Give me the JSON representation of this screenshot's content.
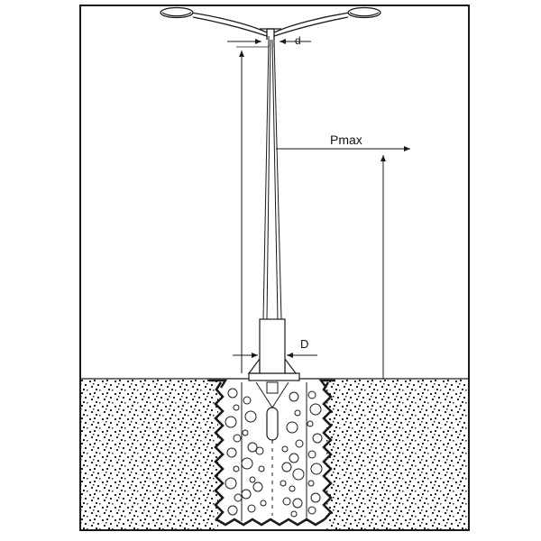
{
  "diagram": {
    "labels": {
      "top_diameter": "d",
      "max_load": "Pmax",
      "base_diameter": "D"
    },
    "colors": {
      "line": "#1a1a1a",
      "background": "#ffffff",
      "soil_dots": "#222222"
    }
  }
}
